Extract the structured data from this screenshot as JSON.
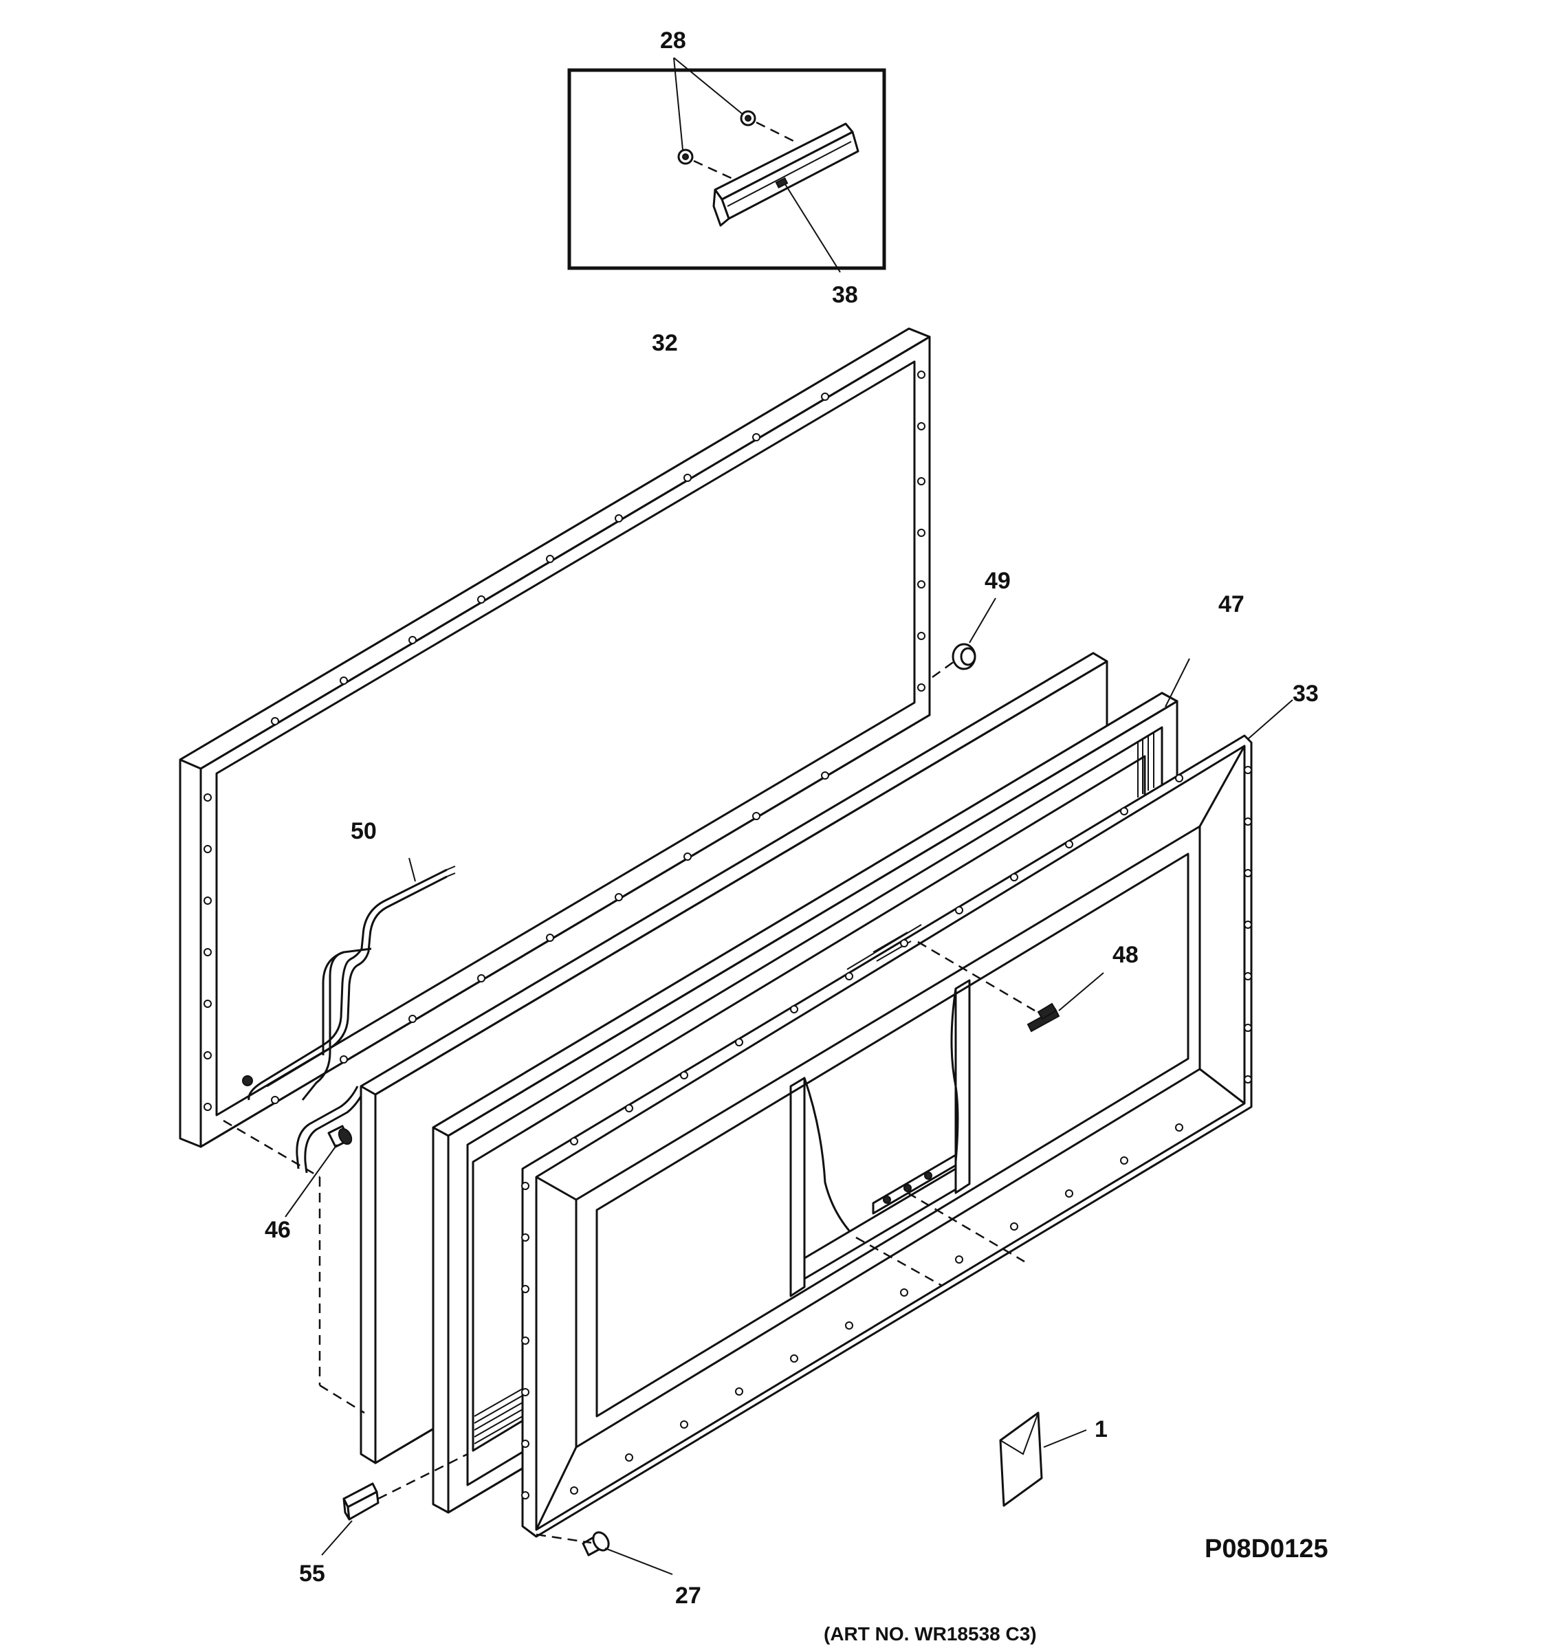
{
  "diagram": {
    "art_code": "P08D0125",
    "art_number": "(ART NO. WR18538 C3)",
    "callouts": {
      "c28": "28",
      "c38": "38",
      "c32": "32",
      "c49": "49",
      "c47": "47",
      "c33": "33",
      "c50": "50",
      "c48": "48",
      "c46": "46",
      "c1": "1",
      "c55": "55",
      "c27": "27"
    }
  }
}
